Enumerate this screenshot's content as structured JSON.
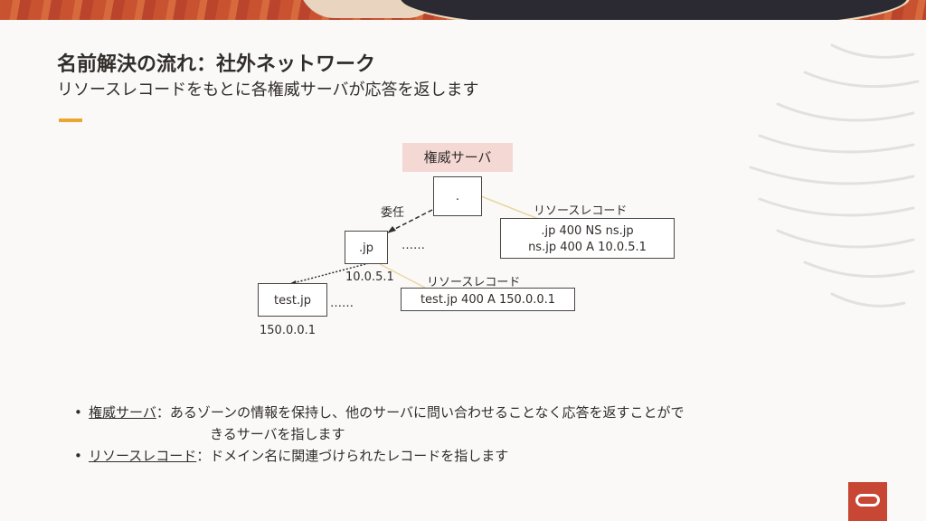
{
  "header": {
    "title": "名前解決の流れ：社外ネットワーク",
    "subtitle": "リソースレコードをもとに各権威サーバが応答を返します"
  },
  "diagram": {
    "authority_label": "権威サーバ",
    "root_node": ".",
    "jp_node": ".jp",
    "test_node": "test.jp",
    "delegation_label": "委任",
    "ellipsis": "……",
    "jp_ip": "10.0.5.1",
    "test_ip": "150.0.0.1",
    "resource_label_1": "リソースレコード",
    "resource_label_2": "リソースレコード",
    "record_1_line_1": ".jp  400 NS ns.jp",
    "record_1_line_2": "ns.jp 400 A 10.0.5.1",
    "record_2": "test.jp  400 A 150.0.0.1"
  },
  "bullets": [
    {
      "term": "権威サーバ",
      "text": "：あるゾーンの情報を保持し、他のサーバに問い合わせることなく応答を返すことがで",
      "cont": "きるサーバを指します"
    },
    {
      "term": "リソースレコード",
      "text": "：ドメイン名に関連づけられたレコードを指します"
    }
  ],
  "colors": {
    "accent": "#e9a631",
    "brand": "#c74634",
    "highlight": "#f4d8d4"
  }
}
